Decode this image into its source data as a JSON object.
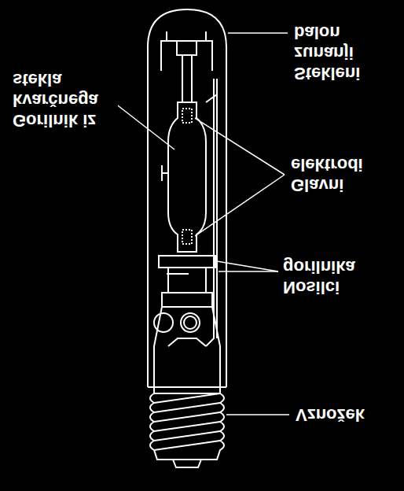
{
  "diagram": {
    "labels": [
      "Stekleni zunanji balon",
      "Gorilnik iz kvarčnega stekla",
      "Glavni elektrodi",
      "Nosilci gorilnika",
      "Vznožek"
    ]
  }
}
